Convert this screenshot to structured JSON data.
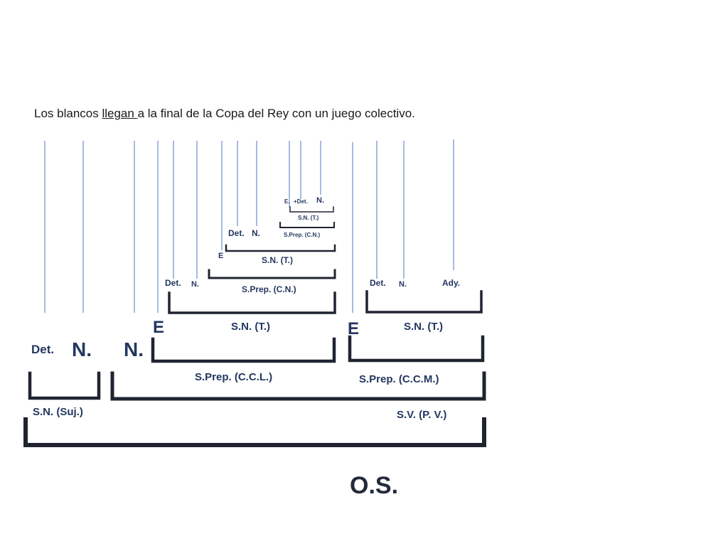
{
  "sentence": {
    "before": "Los blancos ",
    "verb": "llegan ",
    "after": "a la final de la Copa del Rey con un juego colectivo."
  },
  "labels": {
    "e_tiny": "E.",
    "plus_det_tiny": "+Det.",
    "n_tiny": "N.",
    "sn_t_tiny": "S.N. (T.)",
    "sprep_cn_tiny": "S.Prep. (C.N.)",
    "det_small_1": "Det.",
    "n_small_1": "N.",
    "e_small": "E",
    "sn_t_small": "S.N. (T.)",
    "det_small_2": "Det.",
    "n_small_2": "N.",
    "sprep_cn_small": "S.Prep. (C.N.)",
    "det_small_3": "Det.",
    "n_small_3": "N.",
    "ady_small": "Ady.",
    "e_mid_1": "E",
    "sn_t_mid_1": "S.N. (T.)",
    "e_mid_2": "E",
    "sn_t_mid_2": "S.N. (T.)",
    "det_big": "Det.",
    "n_big_1": "N.",
    "n_big_2": "N.",
    "sprep_ccl": "S.Prep. (C.C.L.)",
    "sprep_ccm": "S.Prep. (C.C.M.)",
    "sn_suj": "S.N. (Suj.)",
    "sv_pv": "S.V. (P. V.)",
    "os": "O.S."
  },
  "colors": {
    "word_line": "#4a78c2",
    "bracket": "#1f2430",
    "label": "#243760"
  }
}
